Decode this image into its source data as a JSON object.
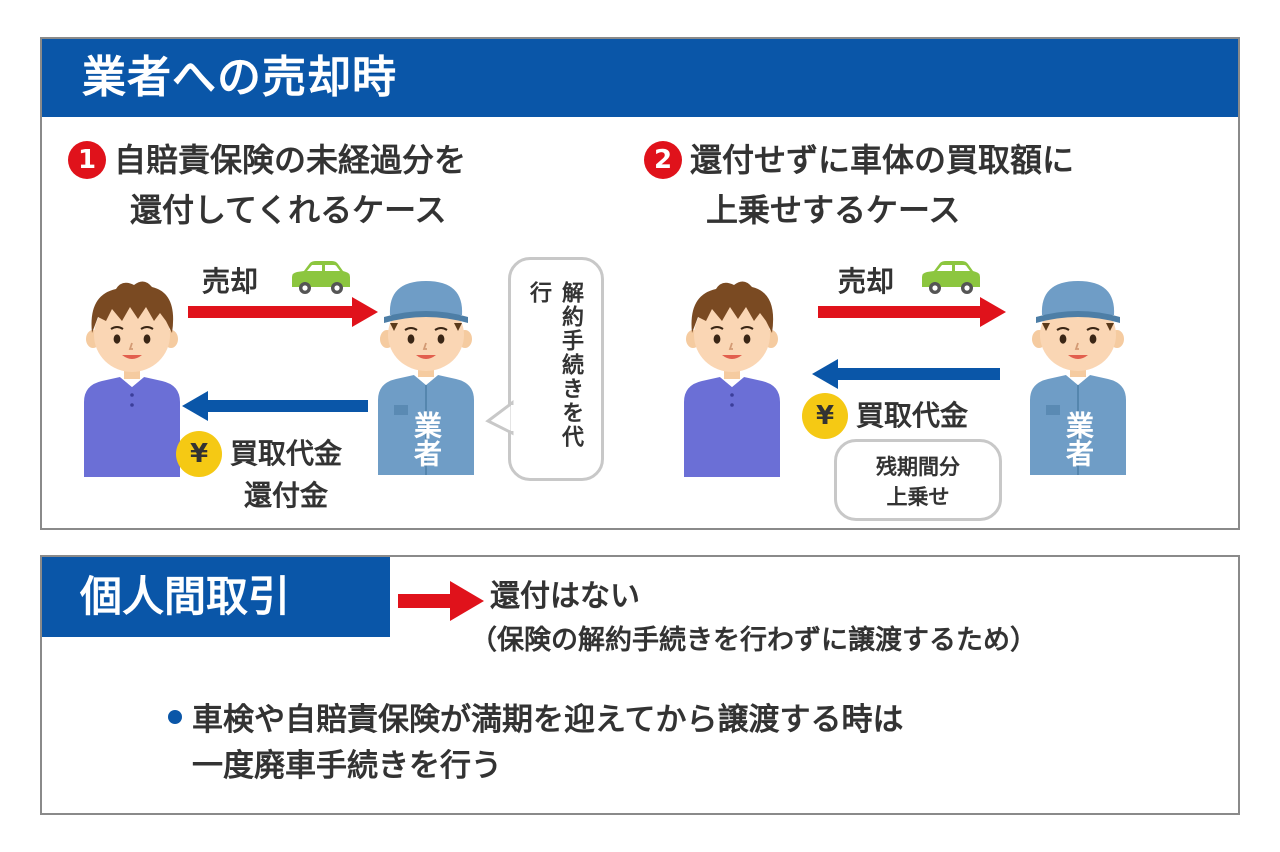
{
  "header": {
    "title": "業者への売却時"
  },
  "case1": {
    "number": "1",
    "title_line1": "自賠責保険の未経過分を",
    "title_line2": "還付してくれるケース",
    "sale_label": "売却",
    "yen_symbol": "¥",
    "money_line1": "買取代金",
    "money_line2": "還付金",
    "bubble_text": "解約手続きを代行",
    "dealer_label": "業者"
  },
  "case2": {
    "number": "2",
    "title_line1": "還付せずに車体の買取額に",
    "title_line2": "上乗せするケース",
    "sale_label": "売却",
    "yen_symbol": "¥",
    "money_label": "買取代金",
    "note_line1": "残期間分",
    "note_line2": "上乗せ",
    "dealer_label": "業者"
  },
  "private": {
    "title": "個人間取引",
    "result": "還付はない",
    "result_note": "（保険の解約手続きを行わずに譲渡するため）",
    "bullet_line1": "車検や自賠責保険が満期を迎えてから譲渡する時は",
    "bullet_line2": "一度廃車手続きを行う"
  },
  "colors": {
    "header_blue": "#0a56a8",
    "red_arrow": "#e0121b",
    "blue_arrow": "#0a56a8",
    "yen_coin": "#f5c914",
    "car_green": "#8cc63f",
    "customer_shirt": "#6b6fd6",
    "dealer_uniform": "#6f9dc6"
  },
  "icons": [
    "car-icon",
    "yen-coin-icon",
    "customer-icon",
    "dealer-icon",
    "arrow-right-icon",
    "arrow-left-icon",
    "speech-bubble-icon"
  ]
}
